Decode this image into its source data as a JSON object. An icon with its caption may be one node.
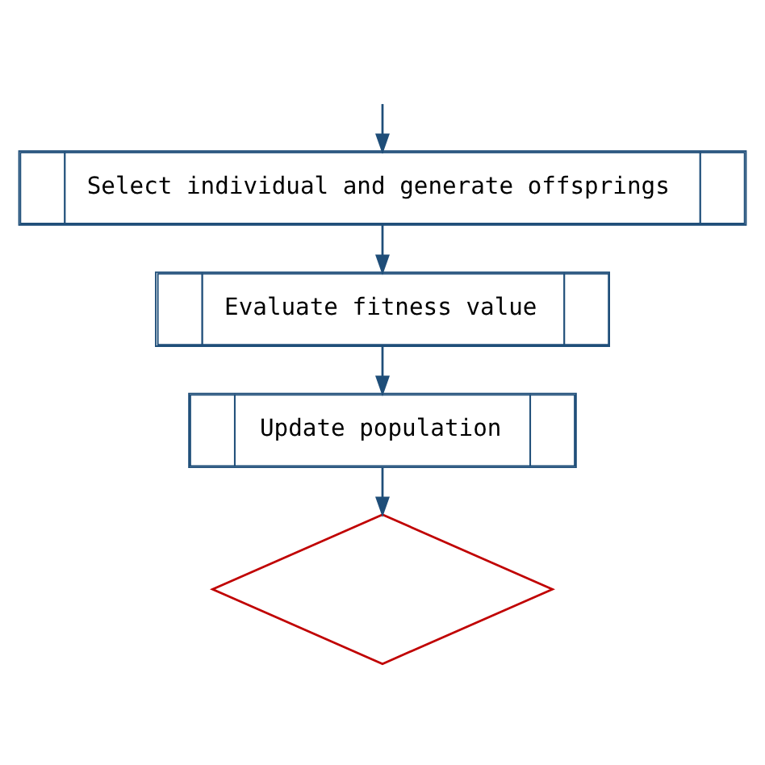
{
  "diagram": {
    "nodes": [
      {
        "text": [
          "Select individual and generate offsprings"
        ]
      },
      {
        "text": [
          "Evaluate fitness value"
        ]
      },
      {
        "text": [
          "Update population"
        ]
      },
      {
        "text": [],
        "shape": "diamond"
      }
    ],
    "edges": [
      {
        "from": null,
        "to": 0,
        "arrow": "to"
      },
      {
        "from": 0,
        "to": 1,
        "arrow": "to"
      },
      {
        "from": 1,
        "to": 2,
        "arrow": "to"
      },
      {
        "from": 2,
        "to": 3,
        "arrow": "to"
      }
    ]
  }
}
